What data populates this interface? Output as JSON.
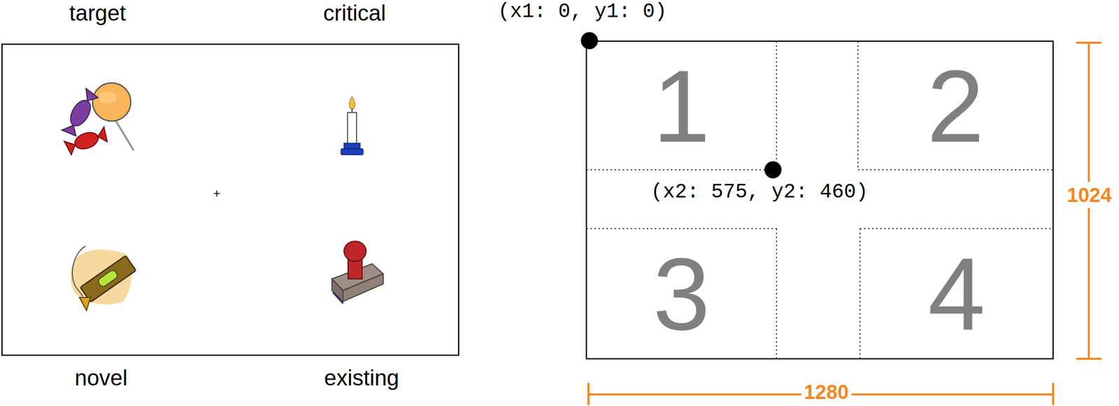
{
  "diagram": {
    "nodes": [
      {
        "text": [
          "1"
        ]
      },
      {
        "text": [
          "2"
        ]
      },
      {
        "text": [
          "3"
        ]
      },
      {
        "text": [
          "4"
        ]
      }
    ],
    "labels": [
      "target",
      "critical",
      "novel",
      "existing",
      "(x1: 0, y1: 0)",
      "(x2: 575, y2: 460)",
      "1024",
      "1280"
    ]
  }
}
